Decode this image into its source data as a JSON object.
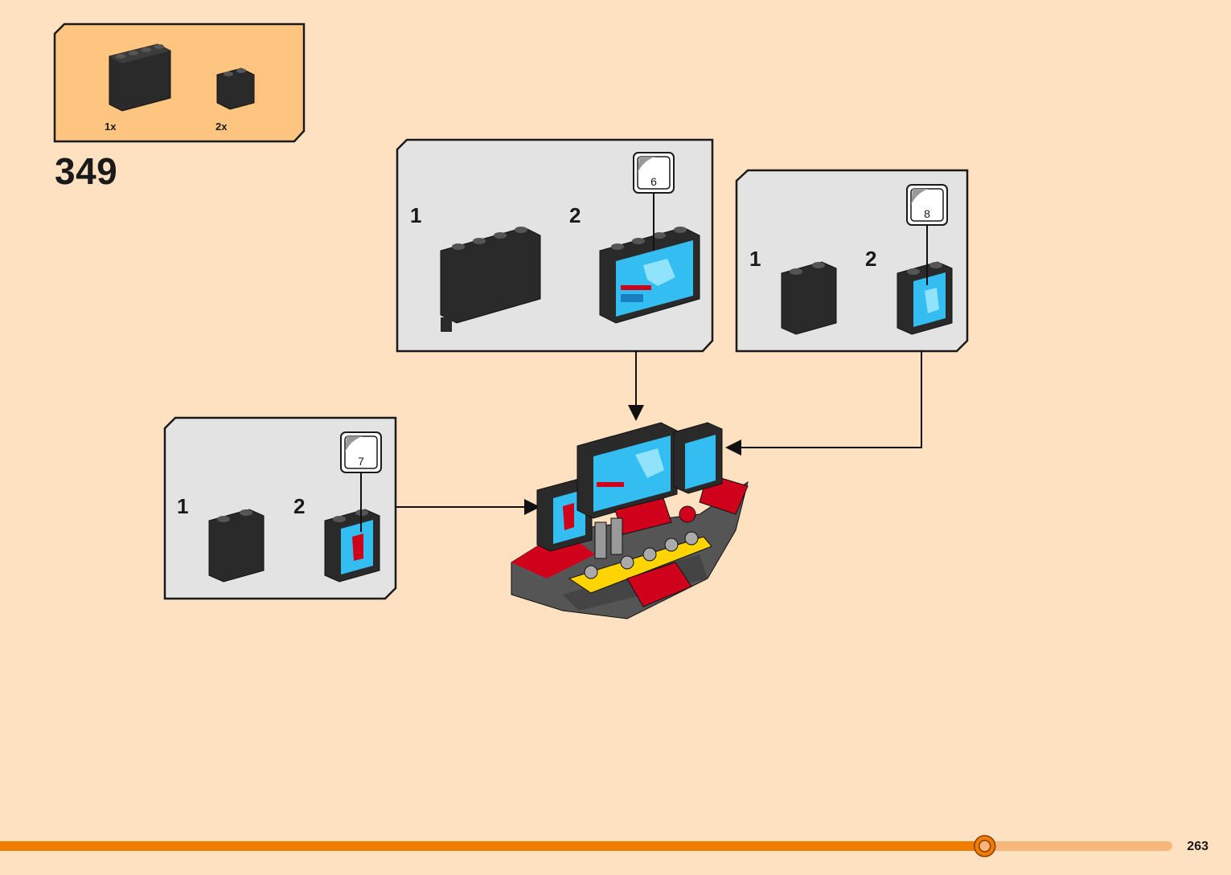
{
  "parts_callout": {
    "items": [
      {
        "qty": "1x",
        "part": "panel-1x4x3-black"
      },
      {
        "qty": "2x",
        "part": "panel-1x2x2-black"
      }
    ]
  },
  "step": {
    "number": "349"
  },
  "sub_steps": [
    {
      "labels": [
        "1",
        "2"
      ],
      "sticker": "6"
    },
    {
      "labels": [
        "1",
        "2"
      ],
      "sticker": "8"
    },
    {
      "labels": [
        "1",
        "2"
      ],
      "sticker": "7"
    }
  ],
  "colors": {
    "page_bg": "#fde1c0",
    "callout_bg": "#fdc57f",
    "substep_bg": "#e3e3e3",
    "progress_bar": "#f07d00",
    "progress_track": "#f7b77a",
    "brick_black": "#2a2a2a",
    "screen_blue": "#33bdf0",
    "accent_red": "#d0021b",
    "accent_yellow": "#ffd400"
  },
  "progress": {
    "fraction": 0.84
  },
  "page": {
    "number": "263"
  }
}
